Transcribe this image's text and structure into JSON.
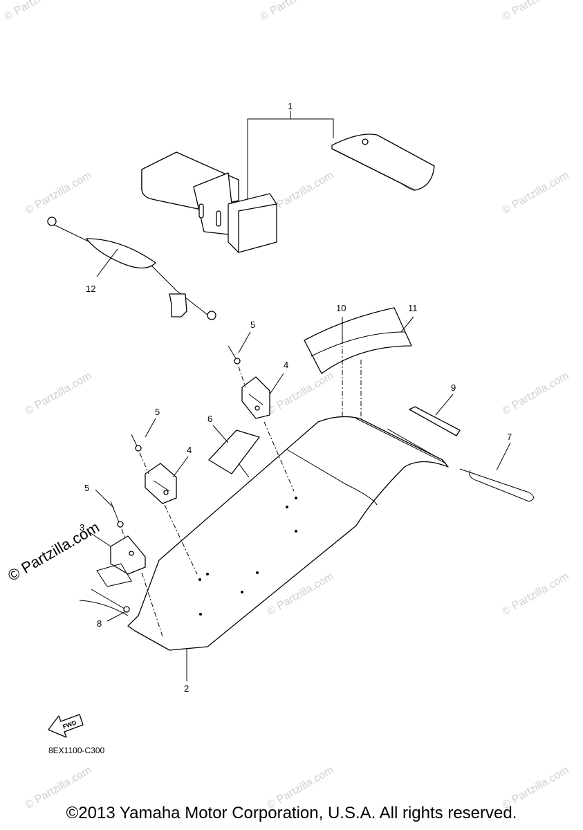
{
  "callouts": [
    "1",
    "2",
    "3",
    "4",
    "4",
    "5",
    "5",
    "5",
    "6",
    "7",
    "8",
    "9",
    "10",
    "11",
    "12"
  ],
  "watermark": "© Partzilla.com",
  "diagram_code": "8EX1100-C300",
  "fwd_label": "FWD",
  "copyright": "©2013 Yamaha Motor Corporation, U.S.A. All rights reserved."
}
